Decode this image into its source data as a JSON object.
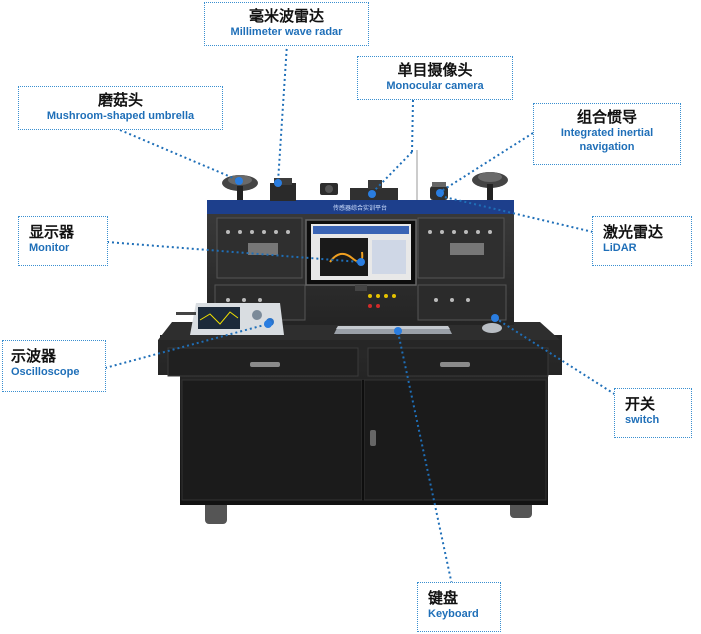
{
  "labels": {
    "radar": {
      "zh": "毫米波雷达",
      "en": "Millimeter wave radar"
    },
    "camera": {
      "zh": "单目摄像头",
      "en": "Monocular camera"
    },
    "umbrella": {
      "zh": "磨菇头",
      "en": "Mushroom-shaped umbrella"
    },
    "ins": {
      "zh": "组合惯导",
      "en": "Integrated inertial navigation"
    },
    "monitor": {
      "zh": "显示器",
      "en": "Monitor"
    },
    "lidar": {
      "zh": "激光雷达",
      "en": "LiDAR"
    },
    "oscilloscope": {
      "zh": "示波器",
      "en": "Oscilloscope"
    },
    "switch": {
      "zh": "开关",
      "en": "switch"
    },
    "keyboard": {
      "zh": "键盘",
      "en": "Keyboard"
    }
  },
  "screen_title": "传感器综合实训平台",
  "colors": {
    "leader": "#1f6fb8",
    "box_border": "#3a8fd0",
    "en_text": "#1f6fb8",
    "zh_text": "#111111",
    "panel_header": "#1d3f8c",
    "cabinet": "#1a1a1a",
    "dot": "#2a7de0"
  }
}
